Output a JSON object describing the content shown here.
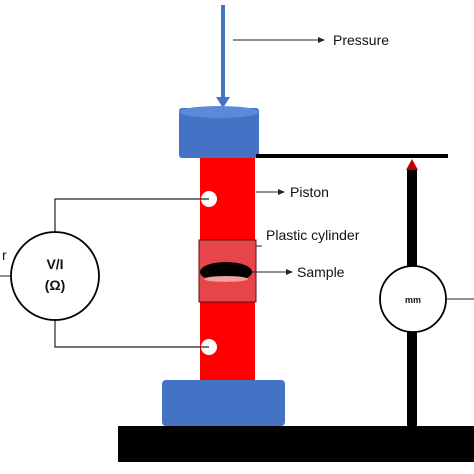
{
  "labels": {
    "pressure": "Pressure",
    "piston": "Piston",
    "plastic_cylinder": "Plastic cylinder",
    "sample": "Sample",
    "meter_line1": "V/I",
    "meter_line2": "(Ω)",
    "meter_side": "r",
    "gauge": "mm"
  },
  "colors": {
    "steel_blue": "#4472C4",
    "cylinder_red": "#FF0000",
    "base_black": "#000000",
    "line": "#222222"
  }
}
